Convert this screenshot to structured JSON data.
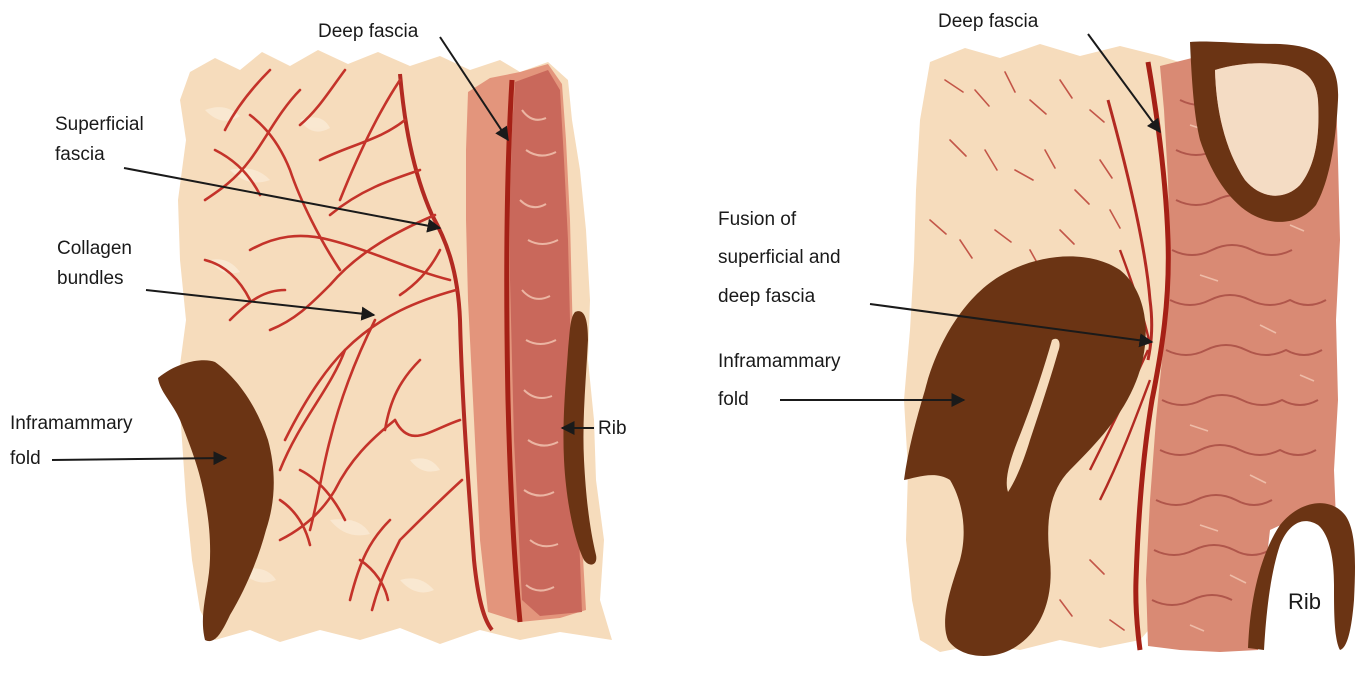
{
  "left_panel": {
    "labels": {
      "deep_fascia": "Deep fascia",
      "superficial_fascia": [
        "Superficial",
        "fascia"
      ],
      "collagen_bundles": [
        "Collagen",
        "bundles"
      ],
      "inframammary_fold": [
        "Inframammary",
        "fold"
      ],
      "rib": "Rib"
    }
  },
  "right_panel": {
    "labels": {
      "deep_fascia": "Deep fascia",
      "fusion": [
        "Fusion of",
        "superficial and",
        "deep fascia"
      ],
      "inframammary_fold": [
        "Inframammary",
        "fold"
      ],
      "rib": "Rib"
    }
  },
  "colors": {
    "fat": "#f6dcbc",
    "fat_light": "#fae9d3",
    "fascia_red": "#b22a22",
    "muscle": "#d98a74",
    "muscle_dark": "#a94e44",
    "rib_brown": "#6b3414",
    "text": "#1a1a1a"
  }
}
